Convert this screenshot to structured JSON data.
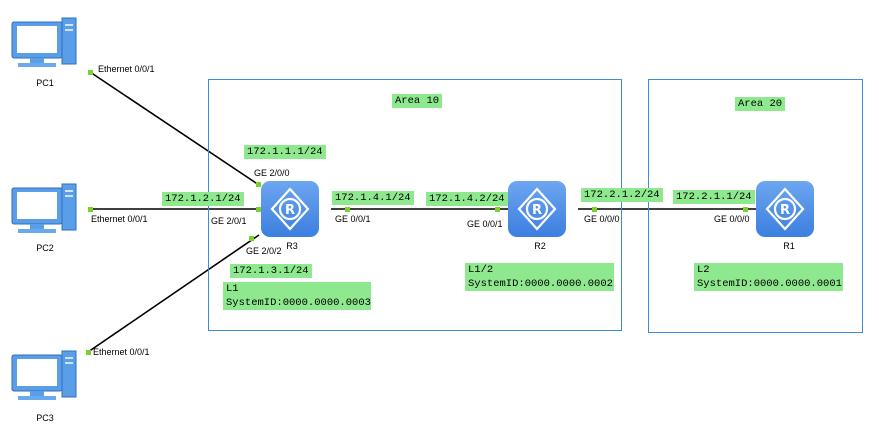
{
  "areas": [
    {
      "label": "Area 10"
    },
    {
      "label": "Area 20"
    }
  ],
  "devices": {
    "pc1": {
      "name": "PC1",
      "icon": "pc-icon"
    },
    "pc2": {
      "name": "PC2",
      "icon": "pc-icon"
    },
    "pc3": {
      "name": "PC3",
      "icon": "pc-icon"
    },
    "r3": {
      "name": "R3",
      "icon": "router-icon"
    },
    "r2": {
      "name": "R2",
      "icon": "router-icon"
    },
    "r1": {
      "name": "R1",
      "icon": "router-icon"
    }
  },
  "ports": {
    "pc1_eth": "Ethernet 0/0/1",
    "pc2_eth": "Ethernet 0/0/1",
    "pc3_eth": "Ethernet 0/0/1",
    "r3_ge200": "GE 2/0/0",
    "r3_ge201": "GE 2/0/1",
    "r3_ge202": "GE 2/0/2",
    "r3_ge001": "GE 0/0/1",
    "r2_ge001": "GE 0/0/1",
    "r2_ge000": "GE 0/0/0",
    "r1_ge000": "GE 0/0/0"
  },
  "ips": {
    "r3_ge200": "172.1.1.1/24",
    "r3_ge201": "172.1.2.1/24",
    "r3_ge202": "172.1.3.1/24",
    "r3_ge001": "172.1.4.1/24",
    "r2_ge001": "172.1.4.2/24",
    "r2_ge000": "172.2.1.2/24",
    "r1_ge000": "172.2.1.1/24"
  },
  "notes": {
    "r3": "L1\nSystemID:0000.0000.0003",
    "r2": "L1/2\nSystemID:0000.0000.0002",
    "r1": "L2\nSystemID:0000.0000.0001"
  },
  "colors": {
    "area_border": "#3b8ed6",
    "label_bg": "#8ee88e",
    "port_dot": "#7bd12e",
    "router_fill": "#4a8ce8"
  }
}
